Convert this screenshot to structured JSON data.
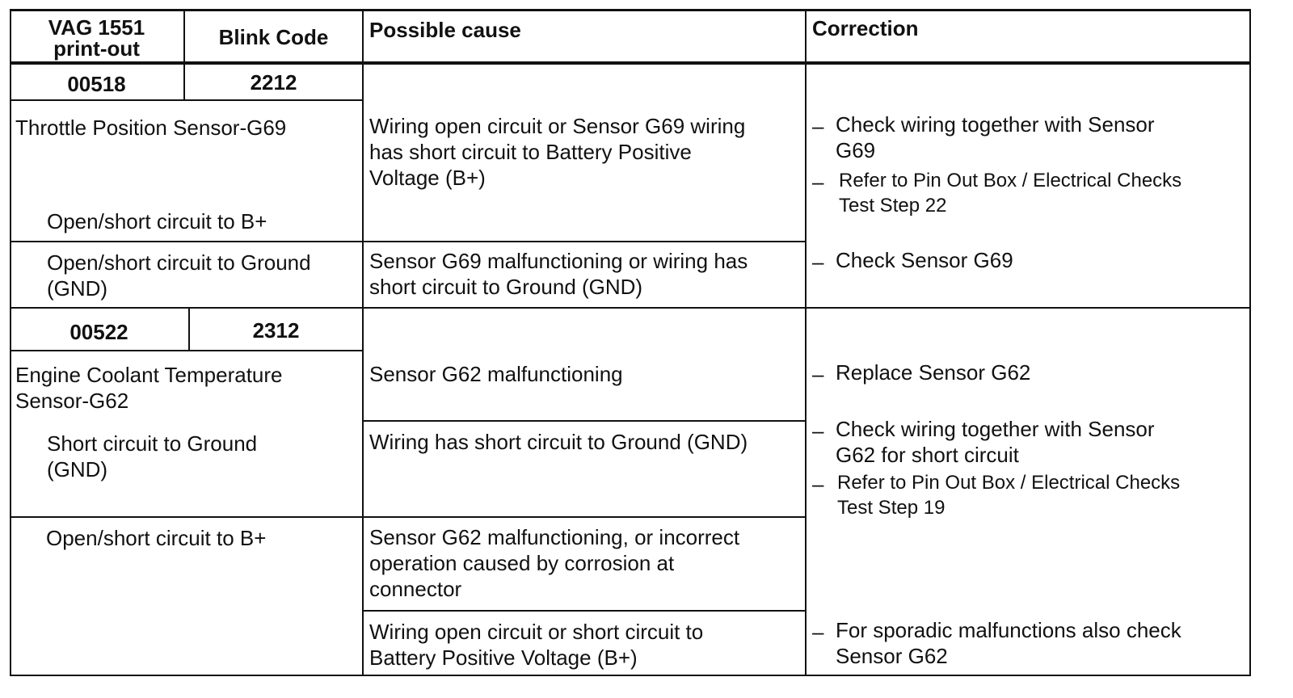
{
  "headers": {
    "printout": "VAG 1551\nprint-out",
    "blink": "Blink Code",
    "cause": "Possible cause",
    "correction": "Correction"
  },
  "fault_00518": {
    "code": "00518",
    "blink": "2212",
    "component": "Throttle Position Sensor-G69",
    "cond1": "Open/short circuit to B+",
    "cond2": "Open/short circuit to Ground\n(GND)",
    "cause1": "Wiring open circuit or Sensor G69 wiring\nhas short circuit to Battery Positive\nVoltage (B+)",
    "cause2": "Sensor G69 malfunctioning or wiring has\nshort circuit to Ground (GND)",
    "corr1": "Check wiring together with Sensor\nG69",
    "corr1b": "Refer to Pin Out Box / Electrical Checks\nTest Step 22",
    "corr2": "Check Sensor G69"
  },
  "fault_00522": {
    "code": "00522",
    "blink": "2312",
    "component": "Engine Coolant Temperature\nSensor-G62",
    "cond1": "Short circuit to Ground\n(GND)",
    "cond2": "Open/short circuit to B+",
    "cause1": "Sensor G62 malfunctioning",
    "cause2": "Wiring has short circuit to Ground (GND)",
    "cause3": "Sensor G62 malfunctioning, or incorrect\noperation caused by corrosion at\nconnector",
    "cause4": "Wiring open circuit or short circuit to\nBattery Positive Voltage (B+)",
    "corr1": "Replace Sensor G62",
    "corr2": "Check wiring together with Sensor\nG62 for short circuit",
    "corr2b": "Refer to Pin Out Box / Electrical Checks\nTest Step 19",
    "corr3": "For sporadic malfunctions also check\nSensor G62"
  },
  "bullet": "–"
}
